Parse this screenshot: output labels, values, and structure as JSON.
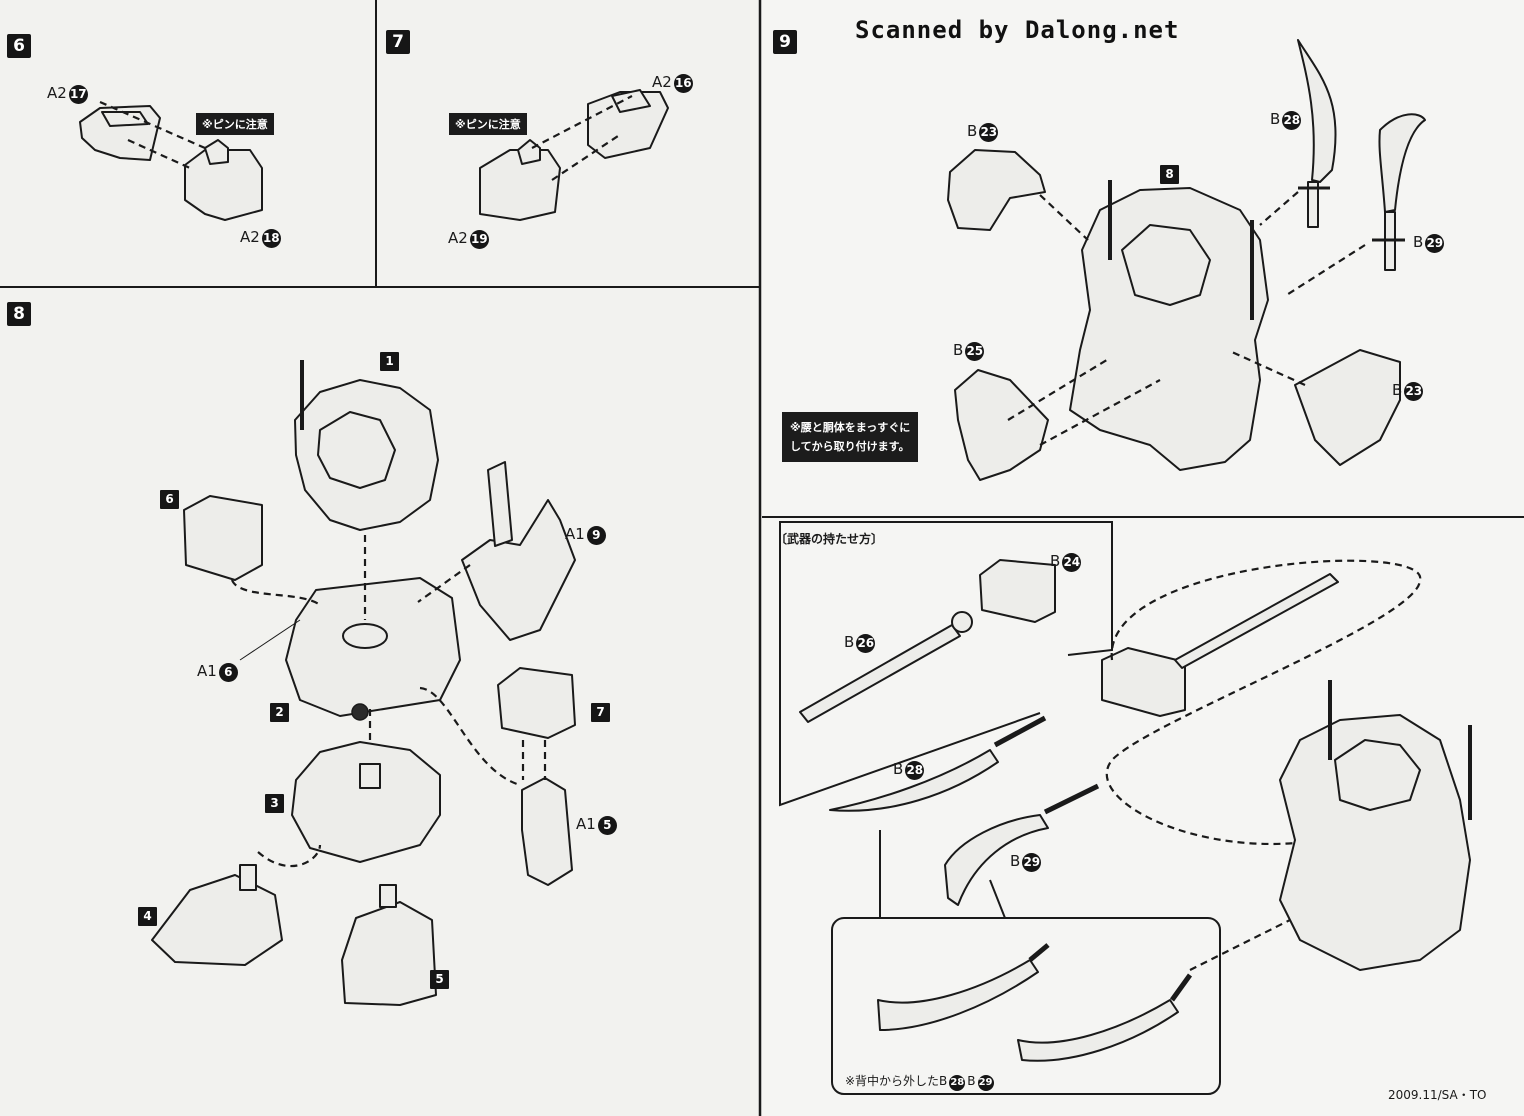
{
  "header": {
    "watermark": "Scanned by Dalong.net"
  },
  "steps": {
    "s6": {
      "num": "6",
      "label_top": "A2",
      "label_top_part": "17",
      "label_bottom": "A2",
      "label_bottom_part": "18",
      "note": "※ピンに注意"
    },
    "s7": {
      "num": "7",
      "label_top": "A2",
      "label_top_part": "16",
      "label_bottom": "A2",
      "label_bottom_part": "19",
      "note": "※ピンに注意"
    },
    "s8": {
      "num": "8",
      "subparts": [
        "1",
        "2",
        "3",
        "4",
        "5",
        "6",
        "7"
      ],
      "labels": [
        {
          "text": "A1",
          "part": "9"
        },
        {
          "text": "A1",
          "part": "6"
        },
        {
          "text": "A1",
          "part": "5"
        }
      ]
    },
    "s9": {
      "num": "9",
      "assembly_ref": "8",
      "labels": [
        {
          "text": "B",
          "part": "23"
        },
        {
          "text": "B",
          "part": "28"
        },
        {
          "text": "B",
          "part": "29"
        },
        {
          "text": "B",
          "part": "25"
        },
        {
          "text": "B",
          "part": "23"
        }
      ],
      "note_line1": "※腰と胴体をまっすぐに",
      "note_line2": "してから取り付けます。"
    }
  },
  "weapons": {
    "title": "〔武器の持たせ方〕",
    "labels": [
      {
        "text": "B",
        "part": "24"
      },
      {
        "text": "B",
        "part": "26"
      },
      {
        "text": "B",
        "part": "28"
      },
      {
        "text": "B",
        "part": "29"
      }
    ],
    "footer_note": "※背中から外したB",
    "footer_parts": [
      "28",
      "29"
    ]
  },
  "footer": {
    "code": "2009.11/SA・TO"
  }
}
